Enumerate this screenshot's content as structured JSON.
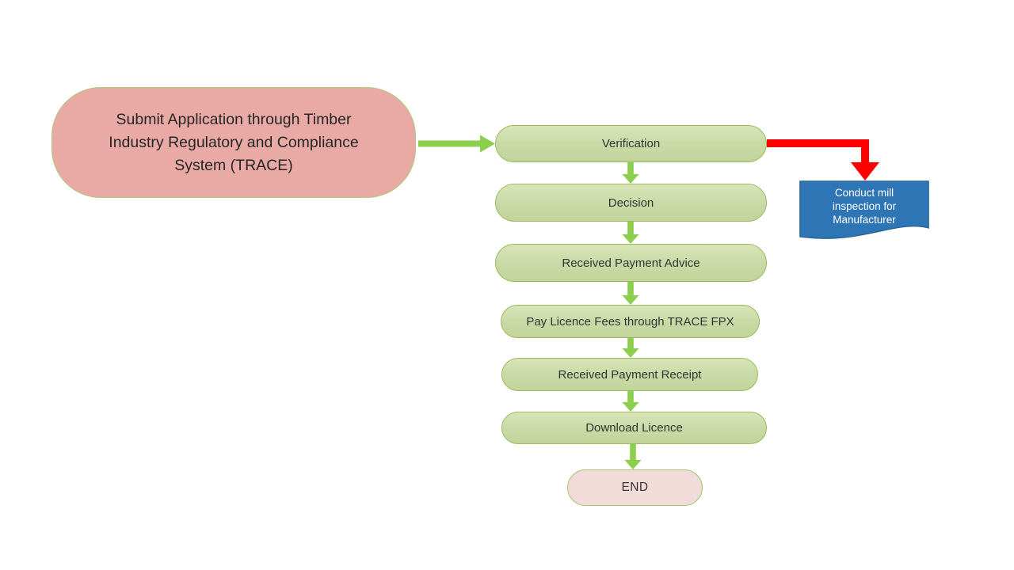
{
  "diagram": {
    "description": "Flowchart of licence application process via TRACE",
    "nodes": {
      "start": {
        "label": "Submit Application through Timber Industry Regulatory and Compliance System (TRACE)"
      },
      "verification": {
        "label": "Verification"
      },
      "decision": {
        "label": "Decision"
      },
      "payment_advice": {
        "label": "Received Payment Advice"
      },
      "pay_fees": {
        "label": "Pay Licence Fees through  TRACE FPX"
      },
      "payment_receipt": {
        "label": "Received Payment Receipt"
      },
      "download": {
        "label": "Download Licence"
      },
      "end": {
        "label": "END"
      },
      "inspection": {
        "label": "Conduct mill inspection for Manufacturer"
      }
    },
    "edges": [
      {
        "from": "start",
        "to": "verification",
        "color": "#8cce4d"
      },
      {
        "from": "verification",
        "to": "inspection",
        "color": "#ff0000"
      },
      {
        "from": "verification",
        "to": "decision",
        "color": "#8cce4d"
      },
      {
        "from": "decision",
        "to": "payment_advice",
        "color": "#8cce4d"
      },
      {
        "from": "payment_advice",
        "to": "pay_fees",
        "color": "#8cce4d"
      },
      {
        "from": "pay_fees",
        "to": "payment_receipt",
        "color": "#8cce4d"
      },
      {
        "from": "payment_receipt",
        "to": "download",
        "color": "#8cce4d"
      },
      {
        "from": "download",
        "to": "end",
        "color": "#8cce4d"
      }
    ],
    "colors": {
      "arrow_green": "#8cce4d",
      "arrow_red": "#fe0000",
      "pill_fill_top": "#d8e5ba",
      "pill_fill_bottom": "#c2d39b",
      "pill_border": "#9cba5e",
      "start_fill": "#e9a9a5",
      "end_fill": "#f2dbd9",
      "pink_border": "#b0c878",
      "document_fill": "#2e75b6",
      "document_border": "#24618f",
      "text_dark": "#343434",
      "text_white": "#ffffff"
    }
  }
}
